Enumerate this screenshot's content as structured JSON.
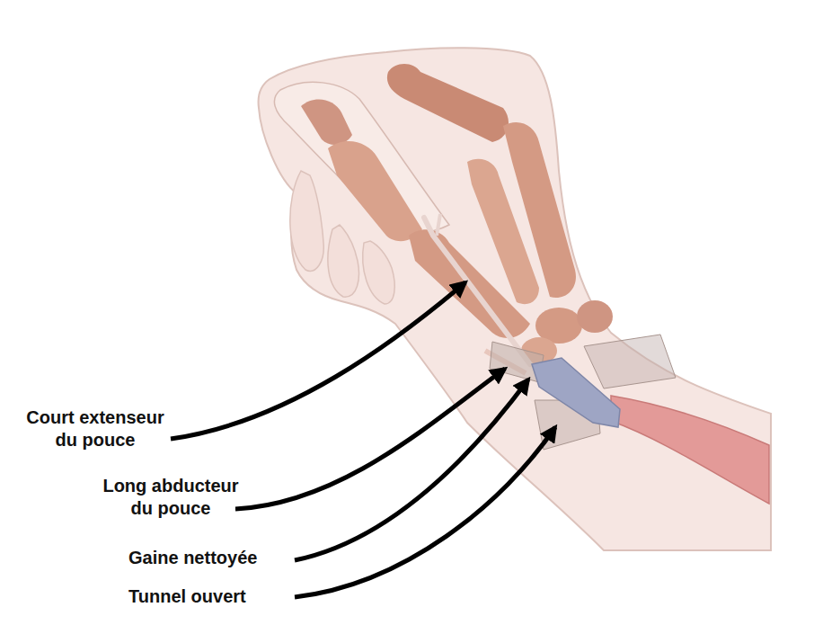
{
  "diagram": {
    "labels": [
      "Court extenseur du pouce",
      "Long abducteur du pouce",
      "Gaine nettoyée",
      "Tunnel ouvert"
    ]
  }
}
